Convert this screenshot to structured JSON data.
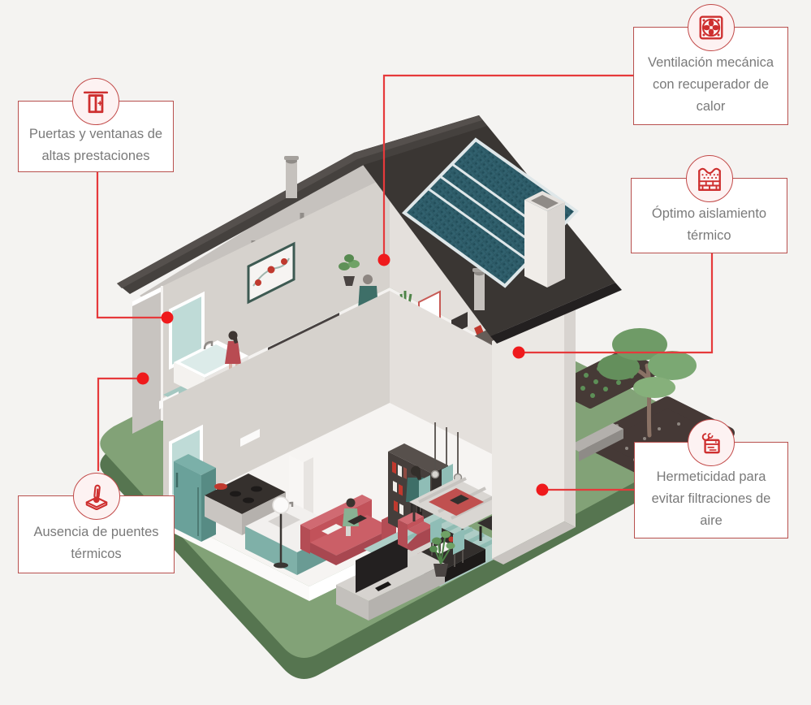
{
  "callouts": [
    {
      "id": "puertas-ventanas",
      "icon": "window-icon",
      "label": "Puertas y ventanas de altas prestaciones"
    },
    {
      "id": "ventilacion",
      "icon": "fan-icon",
      "label": "Ventilación mecánica con recuperador de calor"
    },
    {
      "id": "aislamiento",
      "icon": "insulated-wall-icon",
      "label": "Óptimo aislamiento térmico"
    },
    {
      "id": "puentes-termicos",
      "icon": "thermometer-slab-icon",
      "label": "Ausencia de puentes térmicos"
    },
    {
      "id": "hermeticidad",
      "icon": "airtight-box-icon",
      "label": "Hermeticidad para evitar filtraciones de aire"
    }
  ],
  "colors": {
    "background": "#f4f3f1",
    "accent_red": "#e6393b",
    "dot_red": "#ef1a1c",
    "callout_border": "#b8504e",
    "icon_red": "#ce2f2f",
    "icon_circle_bg": "#fdf2f2",
    "text_gray": "#7a7a7a",
    "roof_dark": "#3a3633",
    "solar_panel_teal": "#2b5763",
    "lawn_green": "#82a277",
    "lawn_side_green": "#567550",
    "wall_white": "#ebe8e4",
    "interior_wall": "#d6d2cd",
    "furniture_teal": "#6aa19a",
    "sofa_red": "#c2525a"
  }
}
